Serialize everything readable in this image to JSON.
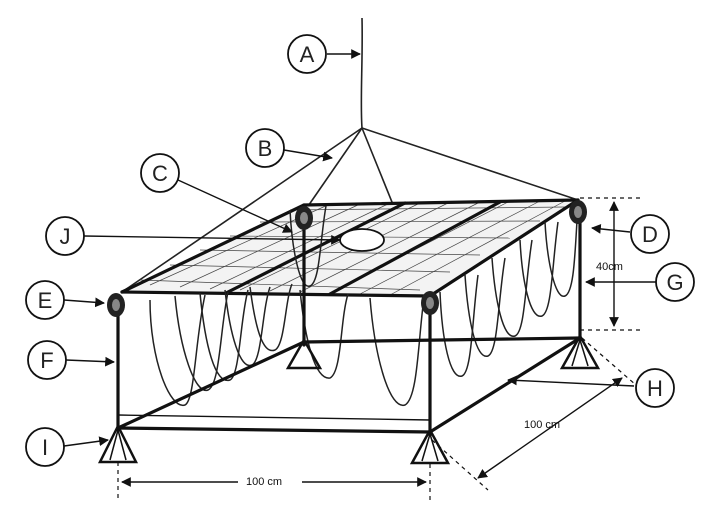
{
  "callouts": {
    "A": "A",
    "B": "B",
    "C": "C",
    "D": "D",
    "E": "E",
    "F": "F",
    "G": "G",
    "H": "H",
    "I": "I",
    "J": "J"
  },
  "dimensions": {
    "height": "40cm",
    "width_front": "100 cm",
    "depth_side": "100 cm"
  }
}
